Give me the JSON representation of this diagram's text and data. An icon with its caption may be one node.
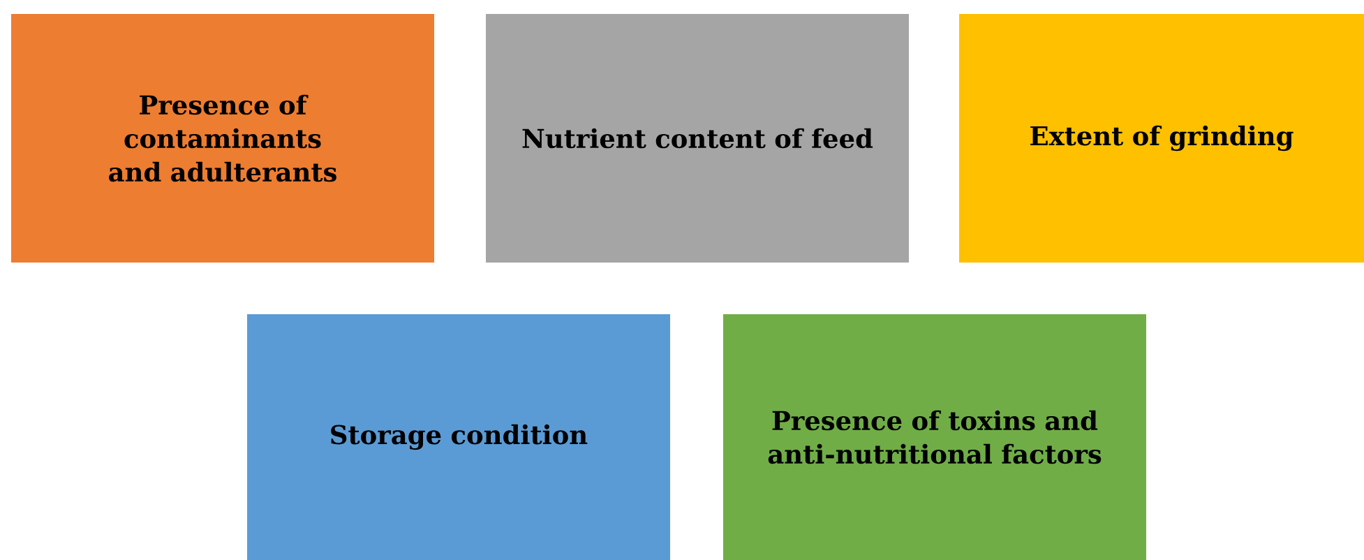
{
  "diagram": {
    "nodes": [
      {
        "text": [
          "Presence of contaminants and adulterants"
        ]
      },
      {
        "text": [
          "Nutrient content of feed"
        ]
      },
      {
        "text": [
          "Extent of grinding"
        ]
      },
      {
        "text": [
          "Storage condition"
        ]
      },
      {
        "text": [
          "Presence of toxins and anti-nutritional factors"
        ]
      }
    ]
  }
}
